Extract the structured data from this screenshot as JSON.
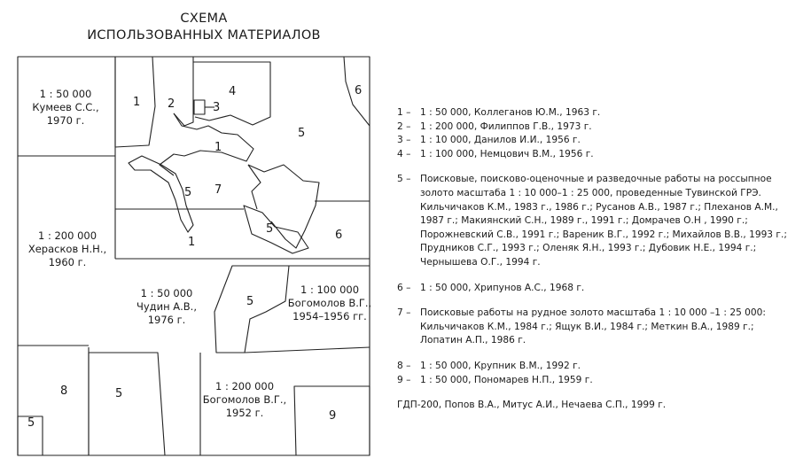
{
  "title": {
    "line1": "СХЕМА",
    "line2": "ИСПОЛЬЗОВАННЫХ МАТЕРИАЛОВ"
  },
  "map": {
    "labels": {
      "r1_num": "1",
      "r2_num": "2",
      "r3_num": "3",
      "r4_num": "4",
      "r6a_num": "6",
      "r1b_num": "1",
      "r5a_num": "5",
      "r5b_num": "5",
      "r7_num": "7",
      "r5c_num": "5",
      "r6b_num": "6",
      "r1c_num": "1",
      "r5d_num": "5",
      "r8_num": "8",
      "r5e_num": "5",
      "r5f_num": "5",
      "r9_num": "9",
      "kumeev_scale": "1 : 50 000",
      "kumeev_name": "Кумеев С.С.,",
      "kumeev_year": "1970 г.",
      "kheraskov_scale": "1 : 200 000",
      "kheraskov_name": "Херасков Н.Н.,",
      "kheraskov_year": "1960 г.",
      "chudin_scale": "1 : 50 000",
      "chudin_name": "Чудин А.В.,",
      "chudin_year": "1976 г.",
      "bogomolov1_scale": "1 : 100 000",
      "bogomolov1_name": "Богомолов В.Г.,",
      "bogomolov1_year": "1954–1956 гг.",
      "bogomolov2_scale": "1 : 200 000",
      "bogomolov2_name": "Богомолов В.Г.,",
      "bogomolov2_year": "1952 г."
    }
  },
  "legend": {
    "e1": {
      "key": "1 –",
      "lines": [
        "1 : 50 000, Коллеганов Ю.М., 1963 г."
      ]
    },
    "e2": {
      "key": "2 –",
      "lines": [
        "1 : 200 000, Филиппов Г.В., 1973 г."
      ]
    },
    "e3": {
      "key": "3 –",
      "lines": [
        "1 : 10 000, Данилов И.И., 1956 г."
      ]
    },
    "e4": {
      "key": "4 –",
      "lines": [
        "1 : 100 000, Немцович В.М., 1956 г."
      ]
    },
    "e5": {
      "key": "5 –",
      "lines": [
        "Поисковые, поисково-оценочные и разведочные работы на россыпное",
        "золото масштаба 1 : 10 000–1 : 25 000, проведенные Тувинской ГРЭ.",
        "Кильчичаков К.М., 1983 г., 1986 г.; Русанов А.В., 1987 г.; Плеханов А.М.,",
        "1987 г.; Макиянский С.Н., 1989 г., 1991 г.; Домрачев О.Н , 1990 г.;",
        "Порожневский С.В., 1991 г.; Вареник В.Г., 1992 г.; Михайлов В.В., 1993 г.;",
        "Прудников С.Г., 1993 г.; Оленяк Я.Н., 1993 г.; Дубовик Н.Е., 1994 г.;",
        "Чернышева О.Г., 1994 г."
      ]
    },
    "e6": {
      "key": "6 –",
      "lines": [
        "1 : 50 000, Хрипунов А.С., 1968 г."
      ]
    },
    "e7": {
      "key": "7 –",
      "lines": [
        "Поисковые работы на рудное золото масштаба 1 : 10 000 –1 : 25 000:",
        "Кильчичаков К.М., 1984 г.; Ящук В.И., 1984 г.; Меткин В.А., 1989 г.;",
        "Лопатин А.П., 1986 г."
      ]
    },
    "e8": {
      "key": "8 –",
      "lines": [
        "1 : 50 000, Крупник В.М., 1992 г."
      ]
    },
    "e9": {
      "key": "9 –",
      "lines": [
        "1 : 50 000, Пономарев Н.П., 1959 г."
      ]
    },
    "gdp": "ГДП-200, Попов В.А., Митус А.И., Нечаева С.П., 1999 г."
  }
}
